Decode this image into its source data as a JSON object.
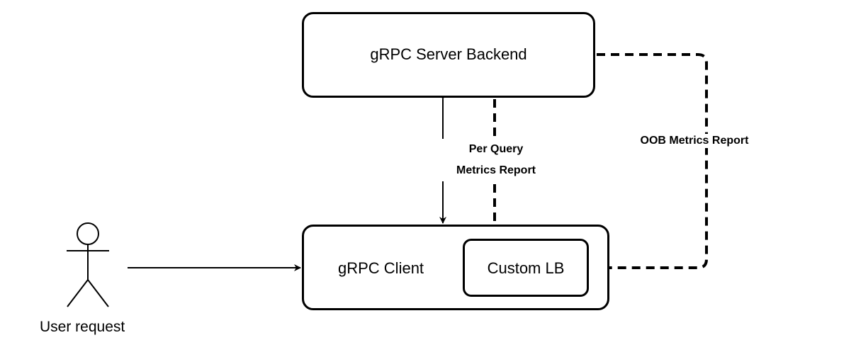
{
  "nodes": {
    "server": {
      "label": "gRPC Server Backend"
    },
    "client": {
      "label": "gRPC Client"
    },
    "custom_lb": {
      "label": "Custom LB"
    },
    "user": {
      "label": "User request"
    }
  },
  "edges": {
    "per_query": {
      "line1": "Per Query",
      "line2": "Metrics Report"
    },
    "oob": {
      "label": "OOB Metrics Report"
    }
  },
  "colors": {
    "stroke": "#000000",
    "background": "#ffffff"
  }
}
